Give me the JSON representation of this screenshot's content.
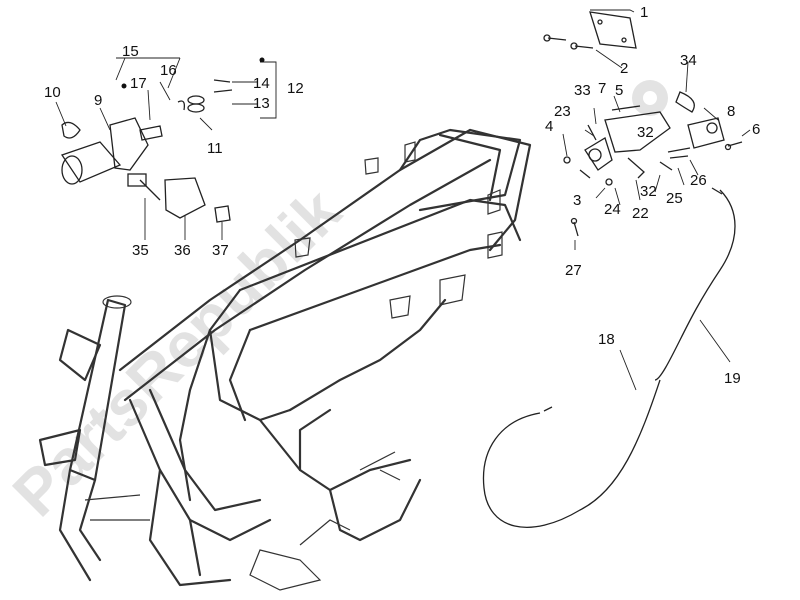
{
  "diagram": {
    "watermark": "PartsRepublik",
    "labels": [
      {
        "id": "1",
        "text": "1"
      },
      {
        "id": "2",
        "text": "2"
      },
      {
        "id": "3",
        "text": "3"
      },
      {
        "id": "4",
        "text": "4"
      },
      {
        "id": "5",
        "text": "5"
      },
      {
        "id": "6",
        "text": "6"
      },
      {
        "id": "7",
        "text": "7"
      },
      {
        "id": "8",
        "text": "8"
      },
      {
        "id": "9",
        "text": "9"
      },
      {
        "id": "10",
        "text": "10"
      },
      {
        "id": "11",
        "text": "11"
      },
      {
        "id": "12",
        "text": "12"
      },
      {
        "id": "13",
        "text": "13"
      },
      {
        "id": "14",
        "text": "14"
      },
      {
        "id": "15",
        "text": "15"
      },
      {
        "id": "16",
        "text": "16"
      },
      {
        "id": "17",
        "text": "17"
      },
      {
        "id": "18",
        "text": "18"
      },
      {
        "id": "19",
        "text": "19"
      },
      {
        "id": "22",
        "text": "22"
      },
      {
        "id": "23",
        "text": "23"
      },
      {
        "id": "24",
        "text": "24"
      },
      {
        "id": "25",
        "text": "25"
      },
      {
        "id": "26",
        "text": "26"
      },
      {
        "id": "27",
        "text": "27"
      },
      {
        "id": "32a",
        "text": "32"
      },
      {
        "id": "32b",
        "text": "32"
      },
      {
        "id": "33",
        "text": "33"
      },
      {
        "id": "34",
        "text": "34"
      },
      {
        "id": "35",
        "text": "35"
      },
      {
        "id": "36",
        "text": "36"
      },
      {
        "id": "37",
        "text": "37"
      }
    ]
  }
}
